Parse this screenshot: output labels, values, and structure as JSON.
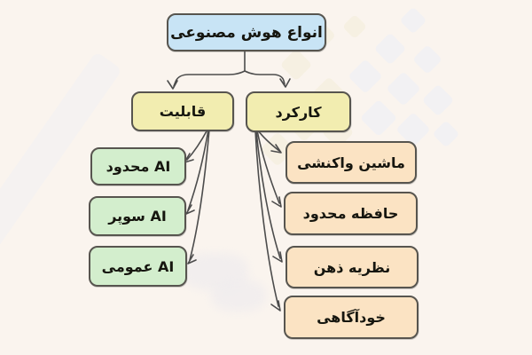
{
  "title": "انواع هوش مصنوعی",
  "branches": {
    "capability": {
      "label": "قابلیت",
      "children": [
        {
          "label": "AI محدود"
        },
        {
          "label": "AI سوپر"
        },
        {
          "label": "AI عمومی"
        }
      ]
    },
    "function": {
      "label": "کارکرد",
      "children": [
        {
          "label": "ماشین واکنشی"
        },
        {
          "label": "حافظه محدود"
        },
        {
          "label": "نظریه ذهن"
        },
        {
          "label": "خودآگاهی"
        }
      ]
    }
  },
  "colors": {
    "background": "#faf4ee",
    "root": "#c8e4f5",
    "branch": "#f2edb0",
    "capability_child": "#d3eecd",
    "function_child": "#fbe3c3",
    "border": "#57554f",
    "connector": "#4c4c4c",
    "text": "#16160f"
  }
}
